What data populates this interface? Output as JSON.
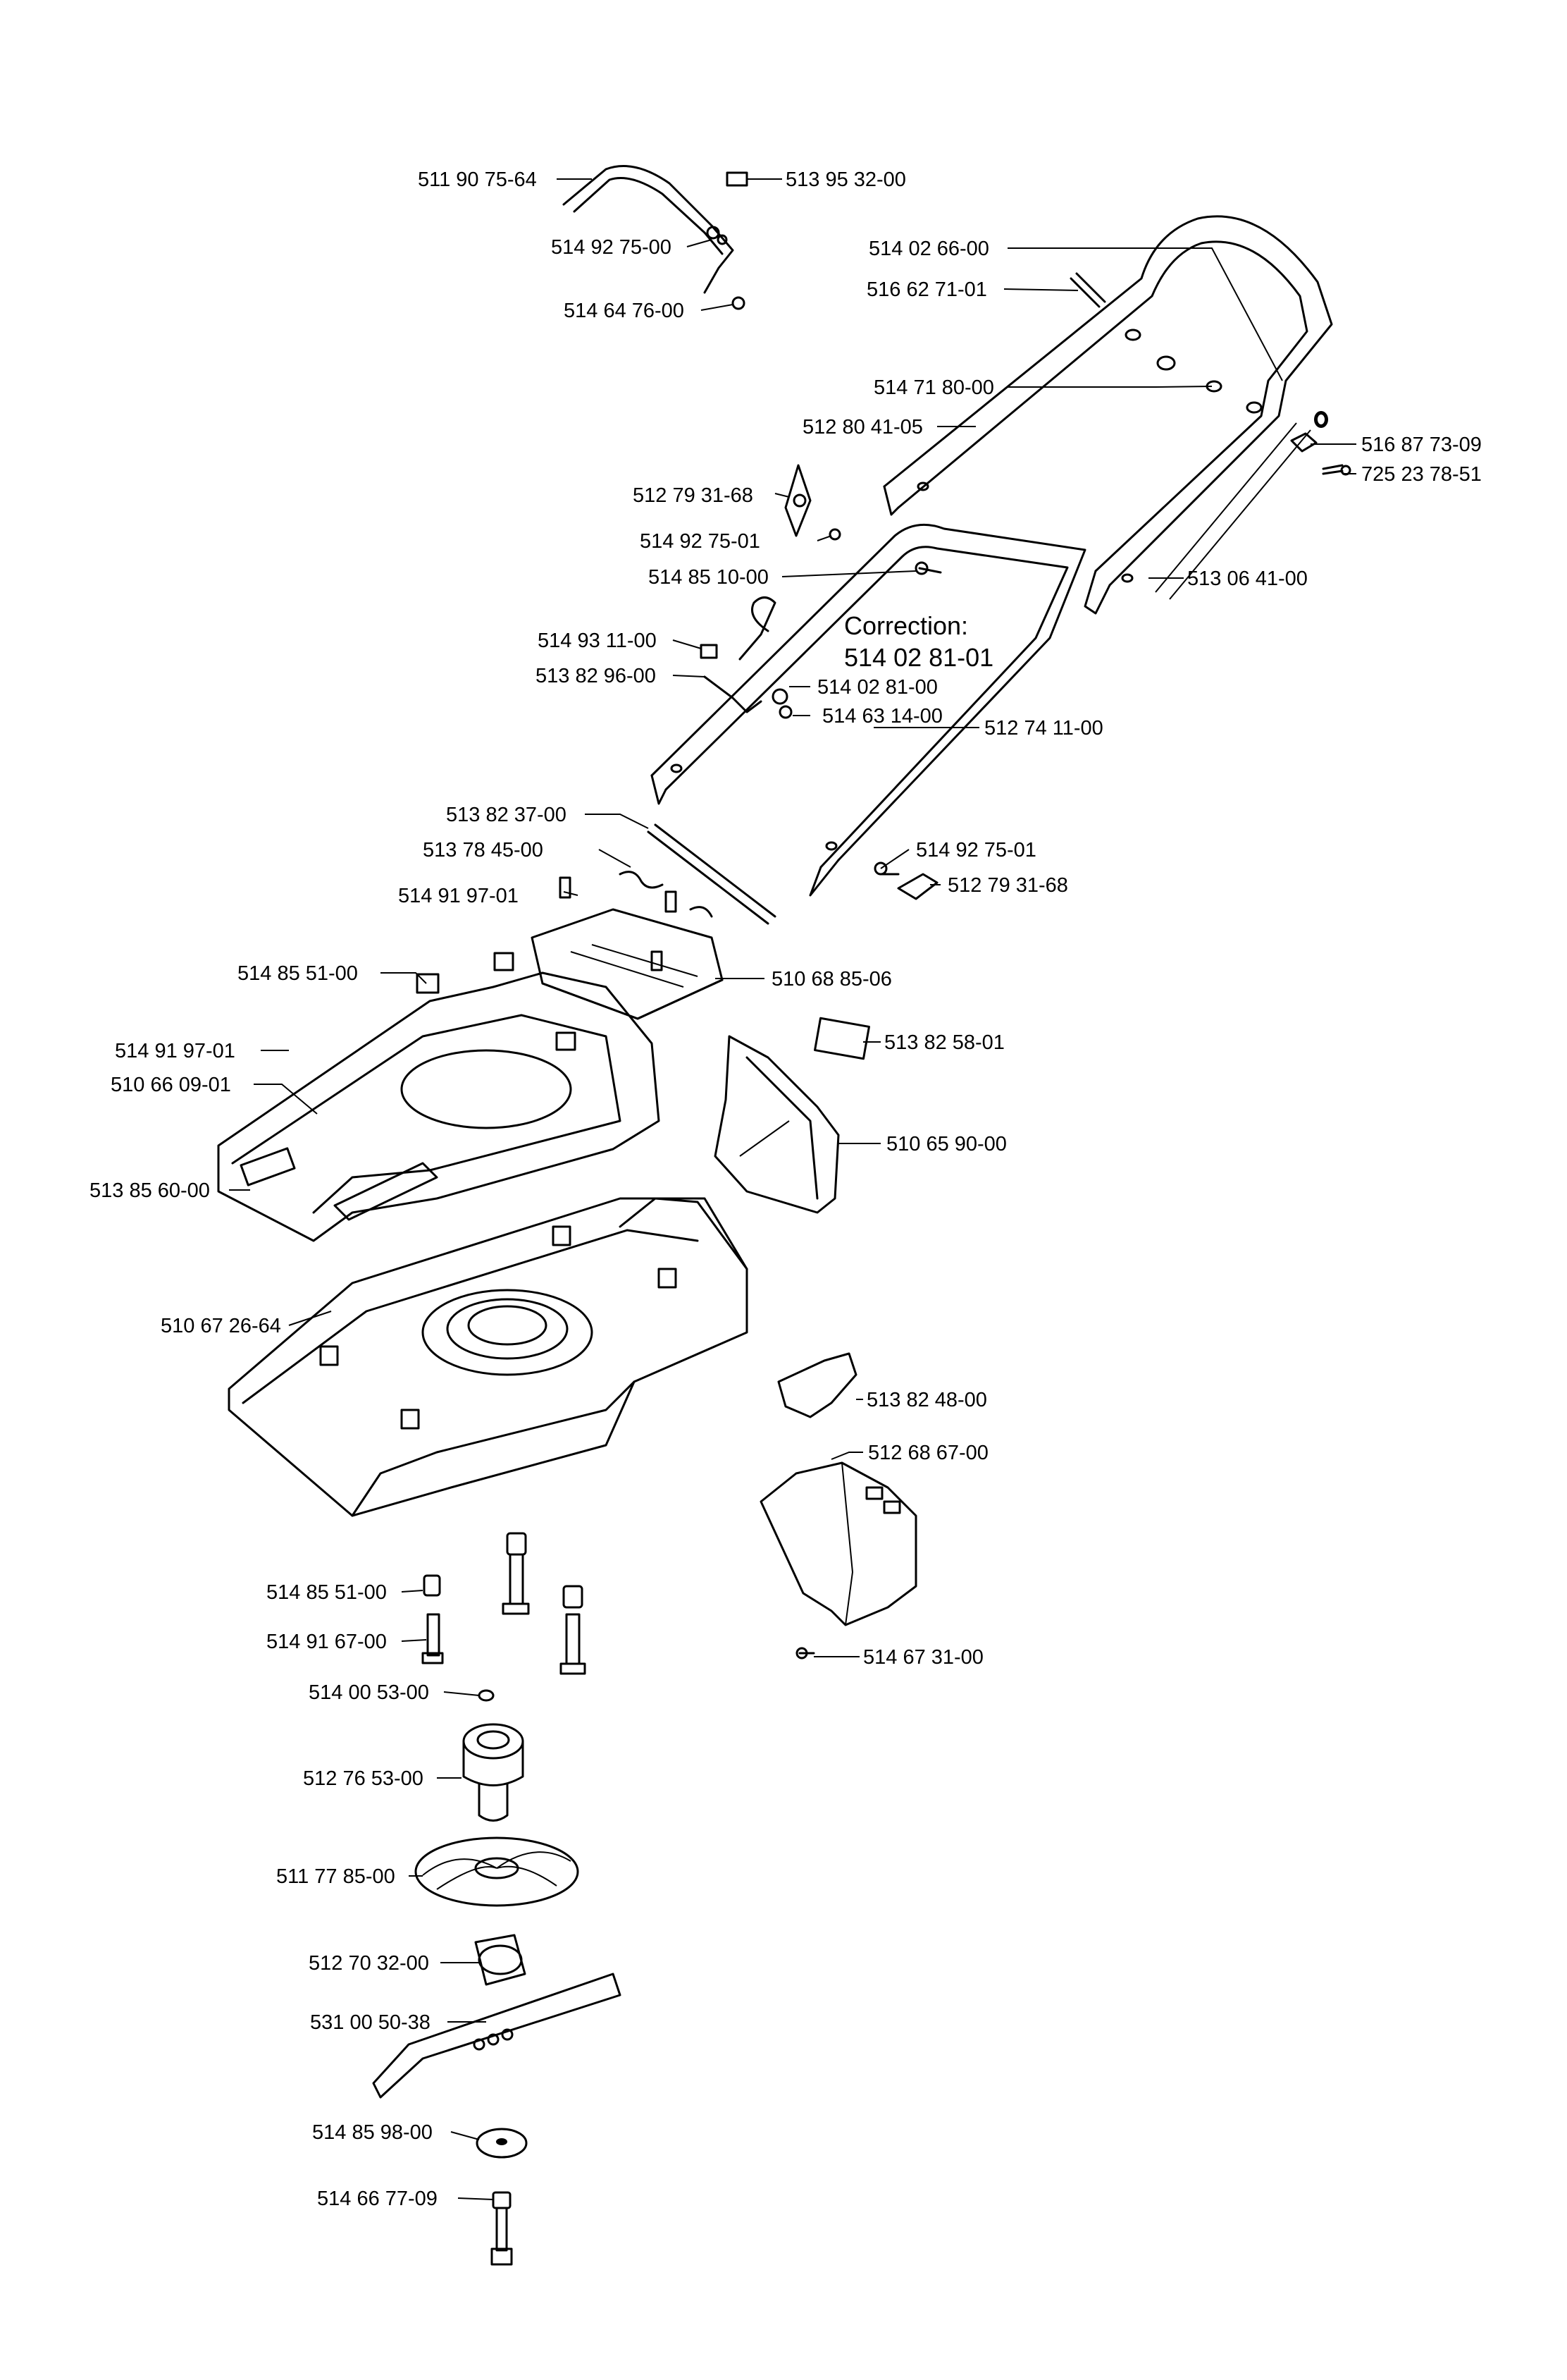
{
  "correction": {
    "line1": "Correction:",
    "line2": "514 02 81-01"
  },
  "labels": [
    {
      "id": "p1",
      "text": "511 90 75-64"
    },
    {
      "id": "p2",
      "text": "513 95 32-00"
    },
    {
      "id": "p3",
      "text": "514 92 75-00"
    },
    {
      "id": "p4",
      "text": "514 64 76-00"
    },
    {
      "id": "p5",
      "text": "514 02 66-00"
    },
    {
      "id": "p6",
      "text": "516 62 71-01"
    },
    {
      "id": "p7",
      "text": "514 71 80-00"
    },
    {
      "id": "p8",
      "text": "512 80 41-05"
    },
    {
      "id": "p9",
      "text": "516 87 73-09"
    },
    {
      "id": "p10",
      "text": "725 23 78-51"
    },
    {
      "id": "p11",
      "text": "512 79 31-68"
    },
    {
      "id": "p12",
      "text": "514 92 75-01"
    },
    {
      "id": "p13",
      "text": "514 85 10-00"
    },
    {
      "id": "p14",
      "text": "513 06 41-00"
    },
    {
      "id": "p15",
      "text": "514 93 11-00"
    },
    {
      "id": "p16",
      "text": "513 82 96-00"
    },
    {
      "id": "p17",
      "text": "514 02 81-00"
    },
    {
      "id": "p18",
      "text": "514 63 14-00"
    },
    {
      "id": "p19",
      "text": "512 74 11-00"
    },
    {
      "id": "p20",
      "text": "513 82 37-00"
    },
    {
      "id": "p21",
      "text": "513 78 45-00"
    },
    {
      "id": "p22",
      "text": "514 91 97-01"
    },
    {
      "id": "p23",
      "text": "514 92 75-01"
    },
    {
      "id": "p24",
      "text": "512 79 31-68"
    },
    {
      "id": "p25",
      "text": "514 85 51-00"
    },
    {
      "id": "p26",
      "text": "510 68 85-06"
    },
    {
      "id": "p27",
      "text": "514 91 97-01"
    },
    {
      "id": "p28",
      "text": "513 82 58-01"
    },
    {
      "id": "p29",
      "text": "510 66 09-01"
    },
    {
      "id": "p30",
      "text": "510 65 90-00"
    },
    {
      "id": "p31",
      "text": "513 85 60-00"
    },
    {
      "id": "p32",
      "text": "510 67 26-64"
    },
    {
      "id": "p33",
      "text": "513 82 48-00"
    },
    {
      "id": "p34",
      "text": "512 68 67-00"
    },
    {
      "id": "p35",
      "text": "514 85 51-00"
    },
    {
      "id": "p36",
      "text": "514 91 67-00"
    },
    {
      "id": "p37",
      "text": "514 67 31-00"
    },
    {
      "id": "p38",
      "text": "514 00 53-00"
    },
    {
      "id": "p39",
      "text": "512 76 53-00"
    },
    {
      "id": "p40",
      "text": "511 77 85-00"
    },
    {
      "id": "p41",
      "text": "512 70 32-00"
    },
    {
      "id": "p42",
      "text": "531 00 50-38"
    },
    {
      "id": "p43",
      "text": "514 85 98-00"
    },
    {
      "id": "p44",
      "text": "514 66 77-09"
    }
  ]
}
